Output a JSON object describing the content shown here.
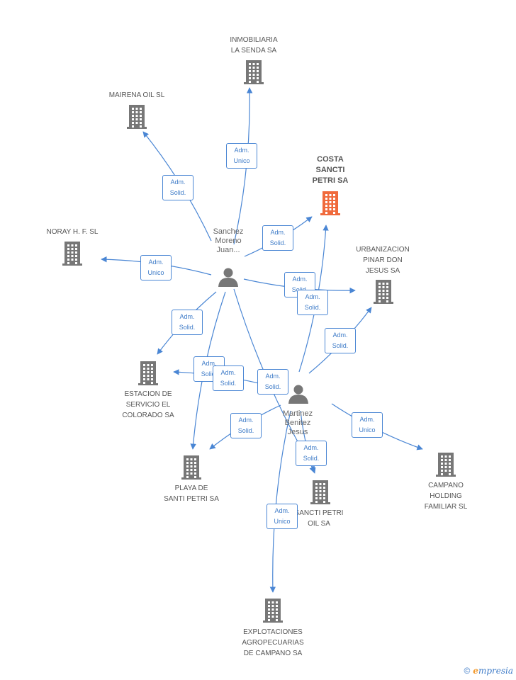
{
  "colors": {
    "edge": "#4a86d4",
    "company": "#777777",
    "focus": "#f06a3c",
    "person": "#777777"
  },
  "companies": [
    {
      "id": "inmobiliaria",
      "label": "INMOBILIARIA\nLA SENDA SA"
    },
    {
      "id": "mairena",
      "label": "MAIRENA OIL SL"
    },
    {
      "id": "costa",
      "label": "COSTA\nSANCTI\nPETRI SA",
      "focus": true
    },
    {
      "id": "noray",
      "label": "NORAY H. F. SL"
    },
    {
      "id": "urbanizacion",
      "label": "URBANIZACION\nPINAR DON\nJESUS SA"
    },
    {
      "id": "estacion",
      "label": "ESTACION DE\nSERVICIO EL\nCOLORADO SA"
    },
    {
      "id": "playa",
      "label": "PLAYA DE\nSANTI PETRI SA"
    },
    {
      "id": "sancti_oil",
      "label": "SANCTI PETRI\nOIL SA"
    },
    {
      "id": "campano",
      "label": "CAMPANO\nHOLDING\nFAMILIAR  SL"
    },
    {
      "id": "explotaciones",
      "label": "EXPLOTACIONES\nAGROPECUARIAS\nDE CAMPANO SA"
    }
  ],
  "persons": [
    {
      "id": "sanchez",
      "label": "Sanchez\nMoreno\nJuan..."
    },
    {
      "id": "martinez",
      "label": "Martinez\nBenitez\nJesus"
    }
  ],
  "edges": [
    {
      "from": "sanchez",
      "to": "inmobiliaria",
      "label": "Adm.\nUnico"
    },
    {
      "from": "sanchez",
      "to": "mairena",
      "label": "Adm.\nSolid."
    },
    {
      "from": "sanchez",
      "to": "costa",
      "label": "Adm.\nSolid."
    },
    {
      "from": "sanchez",
      "to": "noray",
      "label": "Adm.\nUnico"
    },
    {
      "from": "sanchez",
      "to": "urbanizacion",
      "label": "Adm.\nSolid."
    },
    {
      "from": "sanchez",
      "to": "estacion",
      "label": "Adm.\nSolid."
    },
    {
      "from": "sanchez",
      "to": "playa",
      "label": "Adm.\nSolid."
    },
    {
      "from": "sanchez",
      "to": "sancti_oil",
      "label": "Adm.\nSolid."
    },
    {
      "from": "martinez",
      "to": "costa",
      "label": "Adm.\nSolid."
    },
    {
      "from": "martinez",
      "to": "urbanizacion",
      "label": "Adm.\nSolid."
    },
    {
      "from": "martinez",
      "to": "estacion",
      "label": "Adm.\nSolid."
    },
    {
      "from": "martinez",
      "to": "playa",
      "label": "Adm.\nSolid."
    },
    {
      "from": "martinez",
      "to": "sancti_oil",
      "label": "Adm.\nSolid."
    },
    {
      "from": "martinez",
      "to": "campano",
      "label": "Adm.\nUnico"
    },
    {
      "from": "martinez",
      "to": "explotaciones",
      "label": "Adm.\nUnico"
    }
  ],
  "footer": {
    "copyright": "©",
    "brand_e": "e",
    "brand_rest": "mpresia"
  }
}
